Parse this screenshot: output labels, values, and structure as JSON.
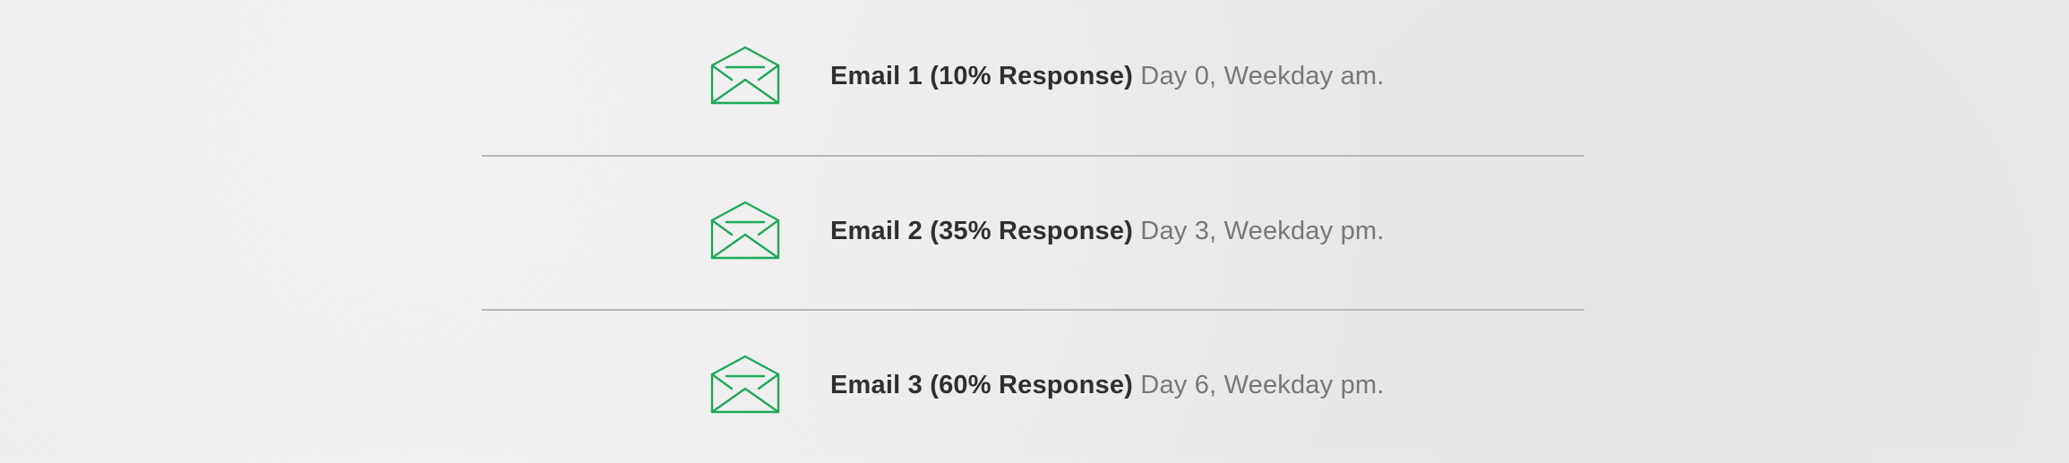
{
  "colors": {
    "accent": "#1ea85a",
    "divider": "#b9b9b9",
    "primary_text": "#2f2f2f",
    "secondary_text": "#777777",
    "background": "#ebebeb"
  },
  "steps": [
    {
      "icon": "envelope-open-icon",
      "title": "Email 1 (10% Response)",
      "timing": "Day 0, Weekday am."
    },
    {
      "icon": "envelope-open-icon",
      "title": "Email 2 (35% Response)",
      "timing": "Day 3, Weekday pm."
    },
    {
      "icon": "envelope-open-icon",
      "title": "Email 3 (60% Response)",
      "timing": "Day 6, Weekday pm."
    }
  ]
}
